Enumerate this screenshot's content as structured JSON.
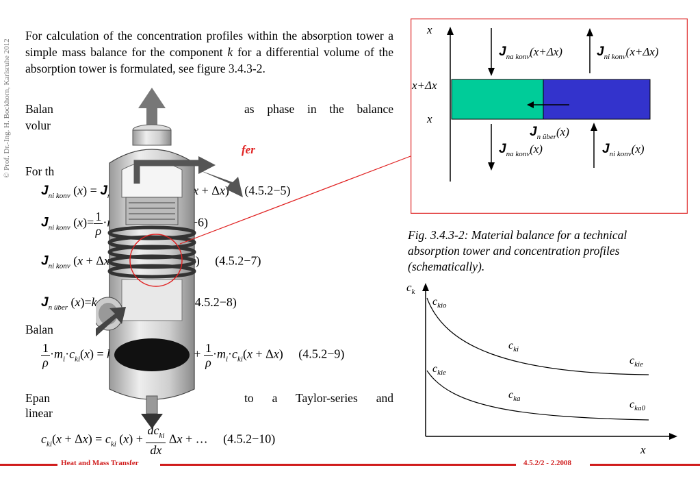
{
  "side_copyright": "© Prof. Dr.-Ing. H. Bockhorn, Karlsruhe 2012",
  "intro_paragraph_1": "For calculation of the concentration profiles within the absorption tower a simple mass balance for the component",
  "intro_component": "k",
  "intro_paragraph_2": "for a differential volume of the absorption tower is formulated, see figure 3.4.3-2.",
  "balance_line_1_left": "Balan",
  "balance_line_1_right": "as phase in the balance",
  "balance_line_2_left": "volur",
  "red_fragment": "fer",
  "for_line": "For th",
  "balan_line": "Balan",
  "epan_line_left": "Epan",
  "epan_line_right": "to a Taylor-series and",
  "linear_line": "linear",
  "equations": {
    "eq5": "(4.5.2−5)",
    "eq6": "(4.5.2−6)",
    "eq7": "(4.5.2−7)",
    "eq8": "(4.5.2−8)",
    "eq9": "(4.5.2−9)",
    "eq10": "(4.5.2−10)"
  },
  "figure_balance": {
    "axis_x": "x",
    "label_x_plus_dx": "x+Δx",
    "label_x": "x",
    "top_left_flux": "(x+Δx)",
    "top_right_flux": "(x+Δx)",
    "bottom_left_flux": "(x)",
    "bottom_right_flux": "(x)",
    "transfer_flux": "(x)",
    "colors": {
      "left_block": "#00cc99",
      "right_block": "#3333cc",
      "frame": "#e03030"
    }
  },
  "caption": "Fig. 3.4.3-2: Material balance for a technical absorption tower and concentration profiles (schematically).",
  "profile_chart": {
    "y_label": "c",
    "y_label_sub": "k",
    "x_label": "x",
    "labels": {
      "ckio": "c",
      "ckio_sub": "kio",
      "cki": "c",
      "cki_sub": "ki",
      "ckie_right": "c",
      "ckie_right_sub": "kie",
      "ckie_left": "c",
      "ckie_left_sub": "kie",
      "cka": "c",
      "cka_sub": "ka",
      "cka0": "c",
      "cka0_sub": "ka0"
    }
  },
  "footer": {
    "left": "Heat and Mass Transfer",
    "right": "4.5.2/2 - 2.2008"
  }
}
